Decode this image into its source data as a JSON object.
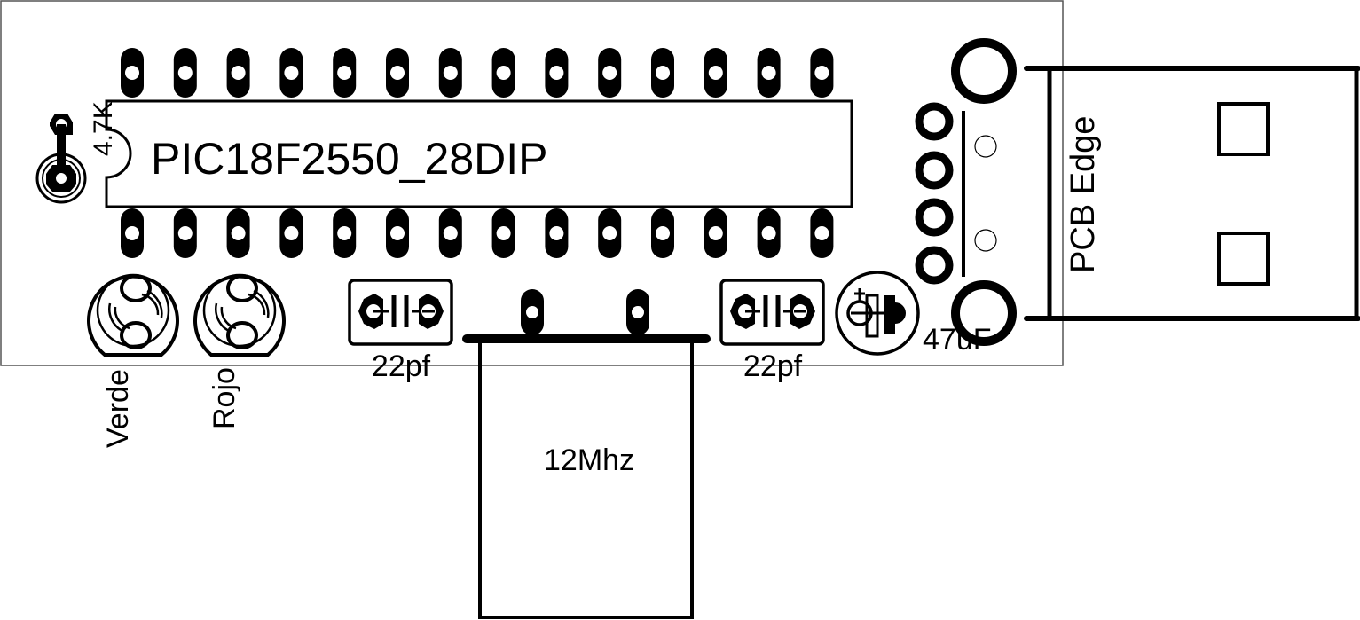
{
  "colors": {
    "ink": "#000000",
    "board_outline": "#555555",
    "background": "#ffffff"
  },
  "components": {
    "ic": {
      "label": "PIC18F2550_28DIP",
      "pins_per_side": 14,
      "package": "DIP-28"
    },
    "resistor": {
      "label": "4.7K"
    },
    "led_green": {
      "label": "Verde"
    },
    "led_red": {
      "label": "Rojo"
    },
    "cap_left": {
      "label": "22pf"
    },
    "cap_right": {
      "label": "22pf"
    },
    "crystal": {
      "label": "12Mhz"
    },
    "electrolytic_cap": {
      "label": "47uF"
    },
    "usb_connector": {
      "label": "PCB Edge",
      "pins": 4
    }
  }
}
